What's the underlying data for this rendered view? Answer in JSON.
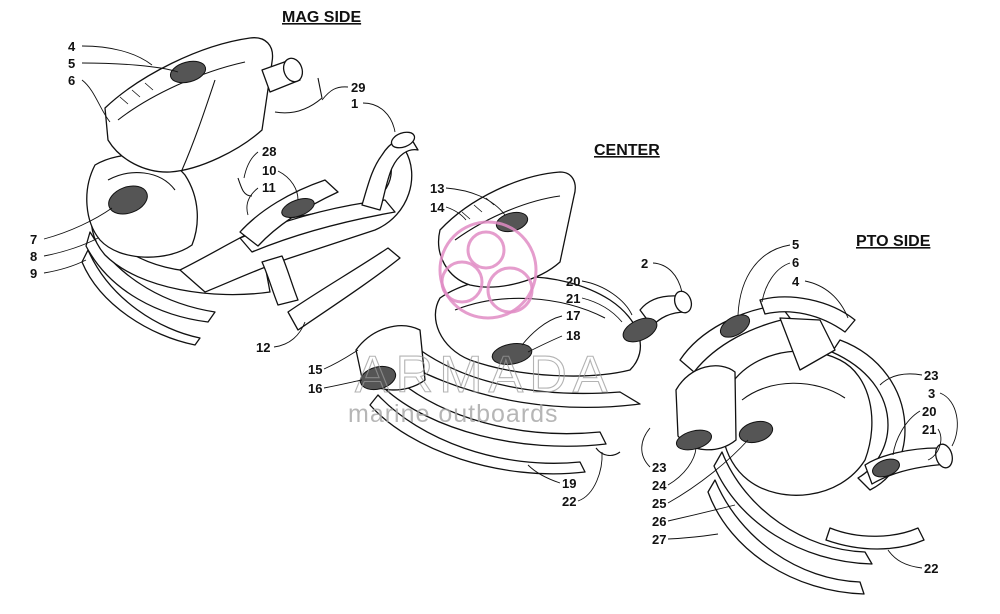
{
  "headings": {
    "mag": "MAG SIDE",
    "center": "CENTER",
    "pto": "PTO SIDE"
  },
  "watermark": {
    "brand": "ARMADA",
    "tagline": "marine outboards",
    "accent_color": "#e08cc4"
  },
  "callouts": {
    "mag": [
      "4",
      "5",
      "6",
      "29",
      "1",
      "28",
      "10",
      "11",
      "7",
      "8",
      "9",
      "12"
    ],
    "center": [
      "13",
      "14",
      "20",
      "21",
      "17",
      "18",
      "15",
      "16",
      "19",
      "22",
      "2"
    ],
    "pto": [
      "5",
      "6",
      "4",
      "23",
      "3",
      "20",
      "21",
      "23",
      "24",
      "25",
      "26",
      "27",
      "22"
    ]
  }
}
